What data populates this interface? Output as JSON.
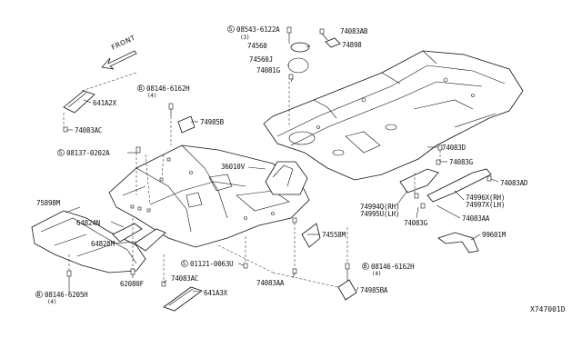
{
  "front_label": "FRONT",
  "ref_code": "X747001D",
  "callouts": {
    "c_08543": {
      "prefix": "S",
      "code": "08543-6122A",
      "qty": "(3)"
    },
    "c_74083AB": {
      "code": "74083AB"
    },
    "c_74560": {
      "code": "74560"
    },
    "c_74898": {
      "code": "74898"
    },
    "c_74560J": {
      "code": "74560J"
    },
    "c_74081G": {
      "code": "74081G"
    },
    "c_641A2X": {
      "code": "641A2X"
    },
    "c_74083AC_top": {
      "code": "74083AC"
    },
    "c_08146_6162H_top": {
      "prefix": "B",
      "code": "08146-6162H",
      "qty": "(4)"
    },
    "c_74985B": {
      "code": "74985B"
    },
    "c_08137": {
      "prefix": "S",
      "code": "08137-0202A"
    },
    "c_36010V": {
      "code": "36010V"
    },
    "c_74083D": {
      "code": "74083D"
    },
    "c_74083G_r": {
      "code": "74083G"
    },
    "c_74083AD": {
      "code": "74083AD"
    },
    "c_75898M": {
      "code": "75898M"
    },
    "c_64824N": {
      "code": "64824N"
    },
    "c_64828M": {
      "code": "64828M"
    },
    "c_74994Q": {
      "code": "74994Q(RH)"
    },
    "c_74995U": {
      "code": "74995U(LH)"
    },
    "c_74996X": {
      "code": "74996X(RH)"
    },
    "c_74997X": {
      "code": "74997X(LH)"
    },
    "c_74083G_b": {
      "code": "74083G"
    },
    "c_74083AA_r": {
      "code": "74083AA"
    },
    "c_74558M": {
      "code": "74558M"
    },
    "c_99601M": {
      "code": "99601M"
    },
    "c_01121": {
      "prefix": "S",
      "code": "01121-0063U"
    },
    "c_74083AA_b": {
      "code": "74083AA"
    },
    "c_08146_6162H_bot": {
      "prefix": "B",
      "code": "08146-6162H",
      "qty": "(4)"
    },
    "c_74985BA": {
      "code": "74985BA"
    },
    "c_62080F": {
      "code": "62080F"
    },
    "c_74083AC_bot": {
      "code": "74083AC"
    },
    "c_641A3X": {
      "code": "641A3X"
    },
    "c_08146_6205H": {
      "prefix": "B",
      "code": "08146-6205H",
      "qty": "(4)"
    }
  }
}
